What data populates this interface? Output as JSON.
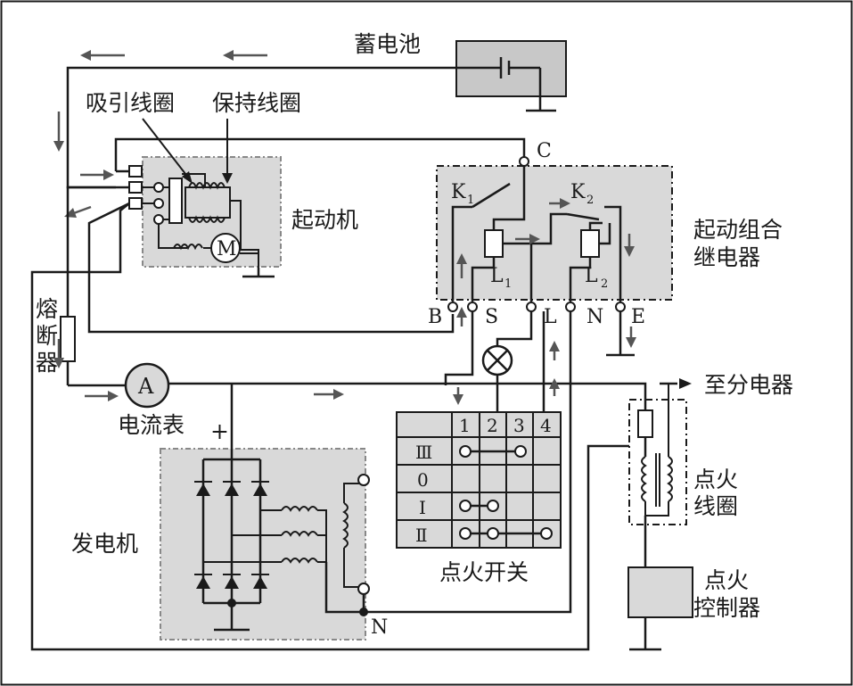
{
  "labels": {
    "battery": "蓄电池",
    "pull_coil": "吸引线圈",
    "hold_coil": "保持线圈",
    "starter": "起动机",
    "relay_line1": "起动组合",
    "relay_line2": "继电器",
    "fuse": [
      "熔",
      "断",
      "器"
    ],
    "ammeter": "电流表",
    "ammeter_symbol": "A",
    "motor_symbol": "M",
    "plus": "+",
    "generator": "发电机",
    "to_distributor": "至分电器",
    "ignition_coil_line1": "点火",
    "ignition_coil_line2": "线圈",
    "ignition_controller_line1": "点火",
    "ignition_controller_line2": "控制器",
    "ignition_switch": "点火开关"
  },
  "relay_terminals": {
    "C": "C",
    "B": "B",
    "S": "S",
    "L": "L",
    "N": "N",
    "E": "E",
    "K1": "K",
    "K1_sub": "1",
    "K2": "K",
    "K2_sub": "2",
    "L1": "L",
    "L1_sub": "1",
    "L2": "L",
    "L2_sub": "2"
  },
  "generator_N": "N",
  "ignition_switch_table": {
    "columns": [
      "1",
      "2",
      "3",
      "4"
    ],
    "rows": [
      "Ⅲ",
      "0",
      "Ⅰ",
      "Ⅱ"
    ]
  }
}
